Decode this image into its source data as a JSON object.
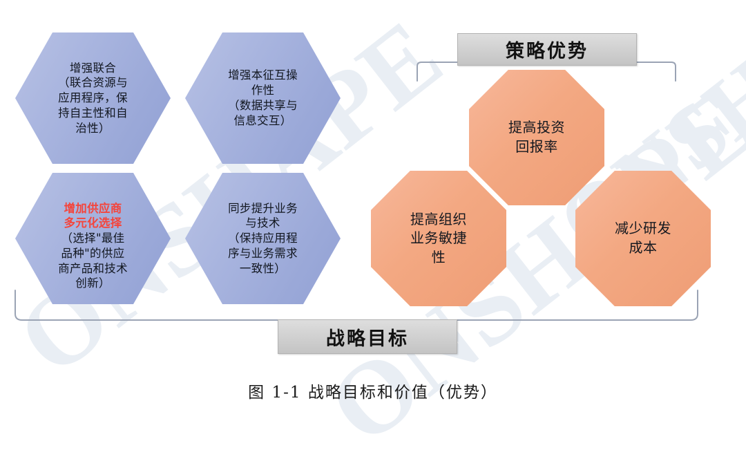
{
  "figure": {
    "caption": "图 1-1 战略目标和价值（优势）",
    "watermark_text": "ONSHAPE"
  },
  "labels": {
    "strategy_advantage": "策略优势",
    "strategy_goal": "战略目标"
  },
  "goals": [
    {
      "id": "enhance-federation",
      "highlight": "",
      "body": "增强联合\n（联合资源与\n应用程序，保\n持自主性和自\n治性）"
    },
    {
      "id": "enhance-interoperability",
      "highlight": "",
      "body": "增强本征互操\n作性\n（数据共享与\n信息交互）"
    },
    {
      "id": "supplier-diversification",
      "highlight": "增加供应商\n多元化选择",
      "body": "（选择\"最佳\n品种\"的供应\n商产品和技术\n创新）"
    },
    {
      "id": "align-business-technology",
      "highlight": "",
      "body": "同步提升业务\n与技术\n（保持应用程\n序与业务需求\n一致性）"
    }
  ],
  "advantages": [
    {
      "id": "increase-roi",
      "text": "提高投资\n回报率"
    },
    {
      "id": "increase-agility",
      "text": "提高组织\n业务敏捷\n性"
    },
    {
      "id": "reduce-rnd-cost",
      "text": "减少研发\n成本"
    }
  ],
  "colors": {
    "hexagon_blue": "#9aa8d8",
    "octagon_orange": "#f3a882",
    "highlight_red": "#f4453c",
    "gray_box": "#d2d2d2",
    "bracket_line": "#9aa3b4",
    "background": "#ffffff"
  }
}
